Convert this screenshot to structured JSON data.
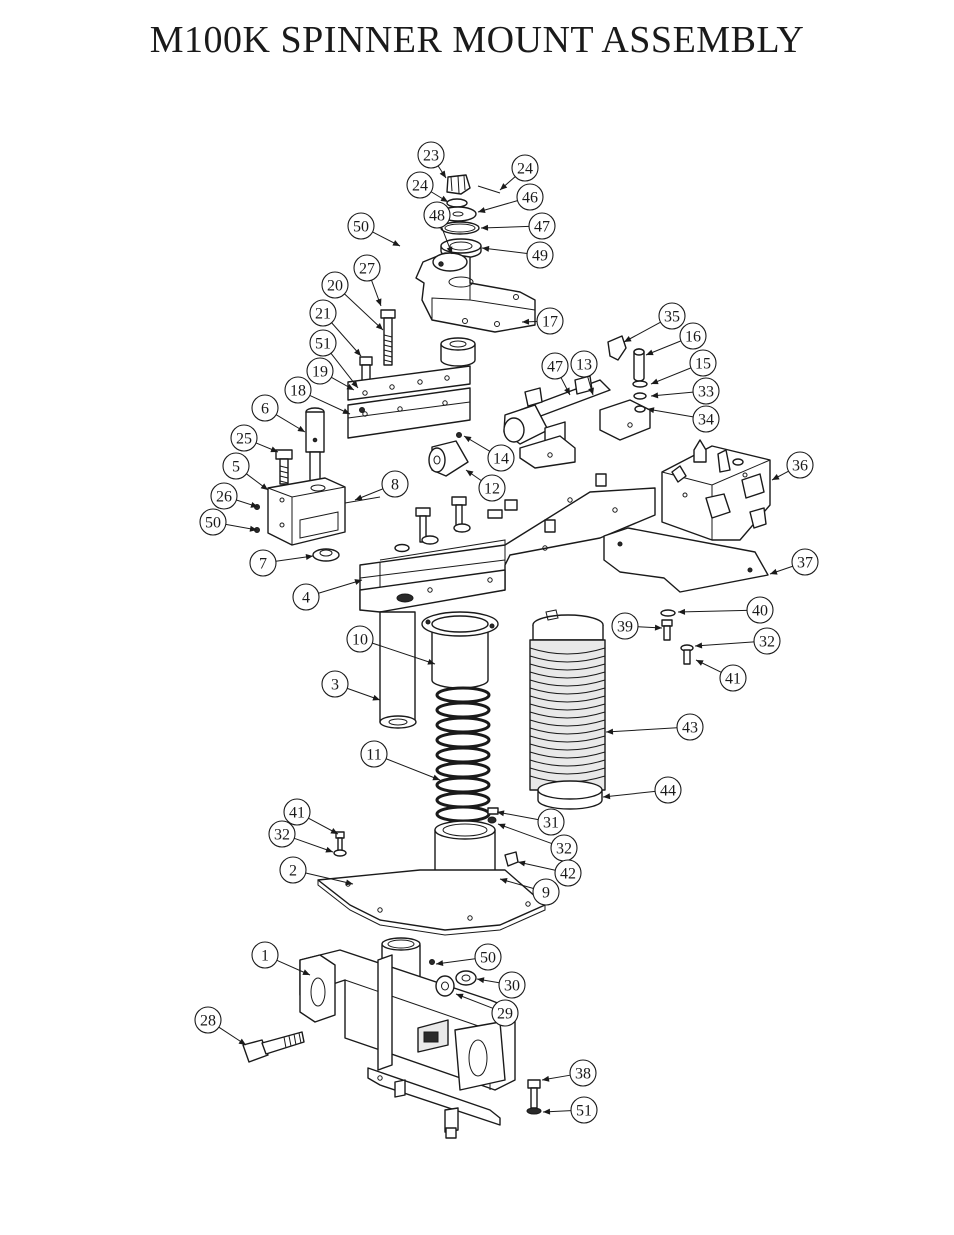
{
  "title": "M100K SPINNER MOUNT ASSEMBLY",
  "callouts": [
    {
      "label": "23"
    },
    {
      "label": "24"
    },
    {
      "label": "24"
    },
    {
      "label": "46"
    },
    {
      "label": "50"
    },
    {
      "label": "48"
    },
    {
      "label": "47"
    },
    {
      "label": "49"
    },
    {
      "label": "27"
    },
    {
      "label": "20"
    },
    {
      "label": "17"
    },
    {
      "label": "21"
    },
    {
      "label": "51"
    },
    {
      "label": "35"
    },
    {
      "label": "16"
    },
    {
      "label": "47"
    },
    {
      "label": "13"
    },
    {
      "label": "19"
    },
    {
      "label": "15"
    },
    {
      "label": "18"
    },
    {
      "label": "33"
    },
    {
      "label": "6"
    },
    {
      "label": "34"
    },
    {
      "label": "25"
    },
    {
      "label": "14"
    },
    {
      "label": "36"
    },
    {
      "label": "5"
    },
    {
      "label": "8"
    },
    {
      "label": "12"
    },
    {
      "label": "26"
    },
    {
      "label": "50"
    },
    {
      "label": "7"
    },
    {
      "label": "37"
    },
    {
      "label": "4"
    },
    {
      "label": "40"
    },
    {
      "label": "39"
    },
    {
      "label": "32"
    },
    {
      "label": "10"
    },
    {
      "label": "41"
    },
    {
      "label": "3"
    },
    {
      "label": "43"
    },
    {
      "label": "11"
    },
    {
      "label": "44"
    },
    {
      "label": "41"
    },
    {
      "label": "31"
    },
    {
      "label": "32"
    },
    {
      "label": "32"
    },
    {
      "label": "2"
    },
    {
      "label": "42"
    },
    {
      "label": "9"
    },
    {
      "label": "1"
    },
    {
      "label": "50"
    },
    {
      "label": "30"
    },
    {
      "label": "29"
    },
    {
      "label": "28"
    },
    {
      "label": "38"
    },
    {
      "label": "51"
    }
  ]
}
